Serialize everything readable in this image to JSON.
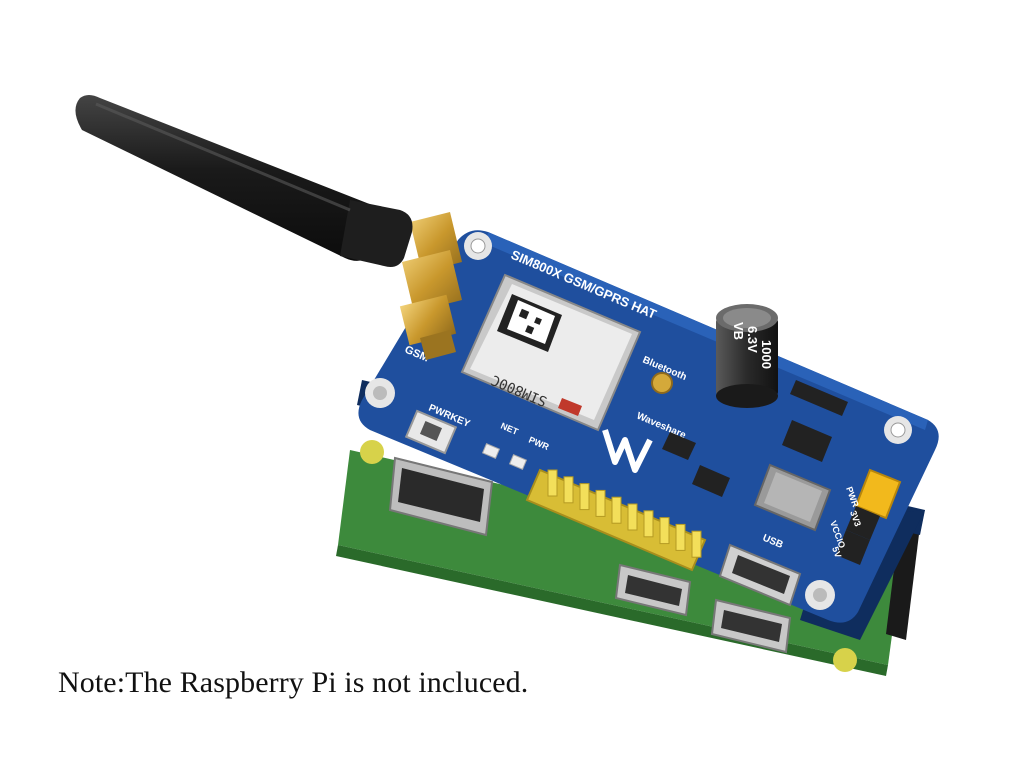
{
  "caption": "Note:The Raspberry Pi is not incluced.",
  "board": {
    "title": "SIM800X GSM/GPRS HAT",
    "module": "SIM800C",
    "capacitor_value": "1000",
    "capacitor_voltage": "6.3V",
    "capacitor_code": "VB",
    "labels": {
      "gsm": "GSM",
      "bluetooth": "Bluetooth",
      "pwrkey": "PWRKEY",
      "pwr": "PWR",
      "net": "NET",
      "waveshare": "Waveshare",
      "usb": "USB",
      "vccio": "VCCIO",
      "v5": "5V",
      "v33": "3V3",
      "pwr_jumper": "PWR"
    }
  },
  "colors": {
    "pcb": "#1f4f9e",
    "pcb_dark": "#163b7a",
    "antenna": "#1c1c1c",
    "brass": "#d4a93a",
    "header_pins": "#e8cf3c",
    "pi_board": "#3d8a3c",
    "jumper": "#f2b91c"
  }
}
